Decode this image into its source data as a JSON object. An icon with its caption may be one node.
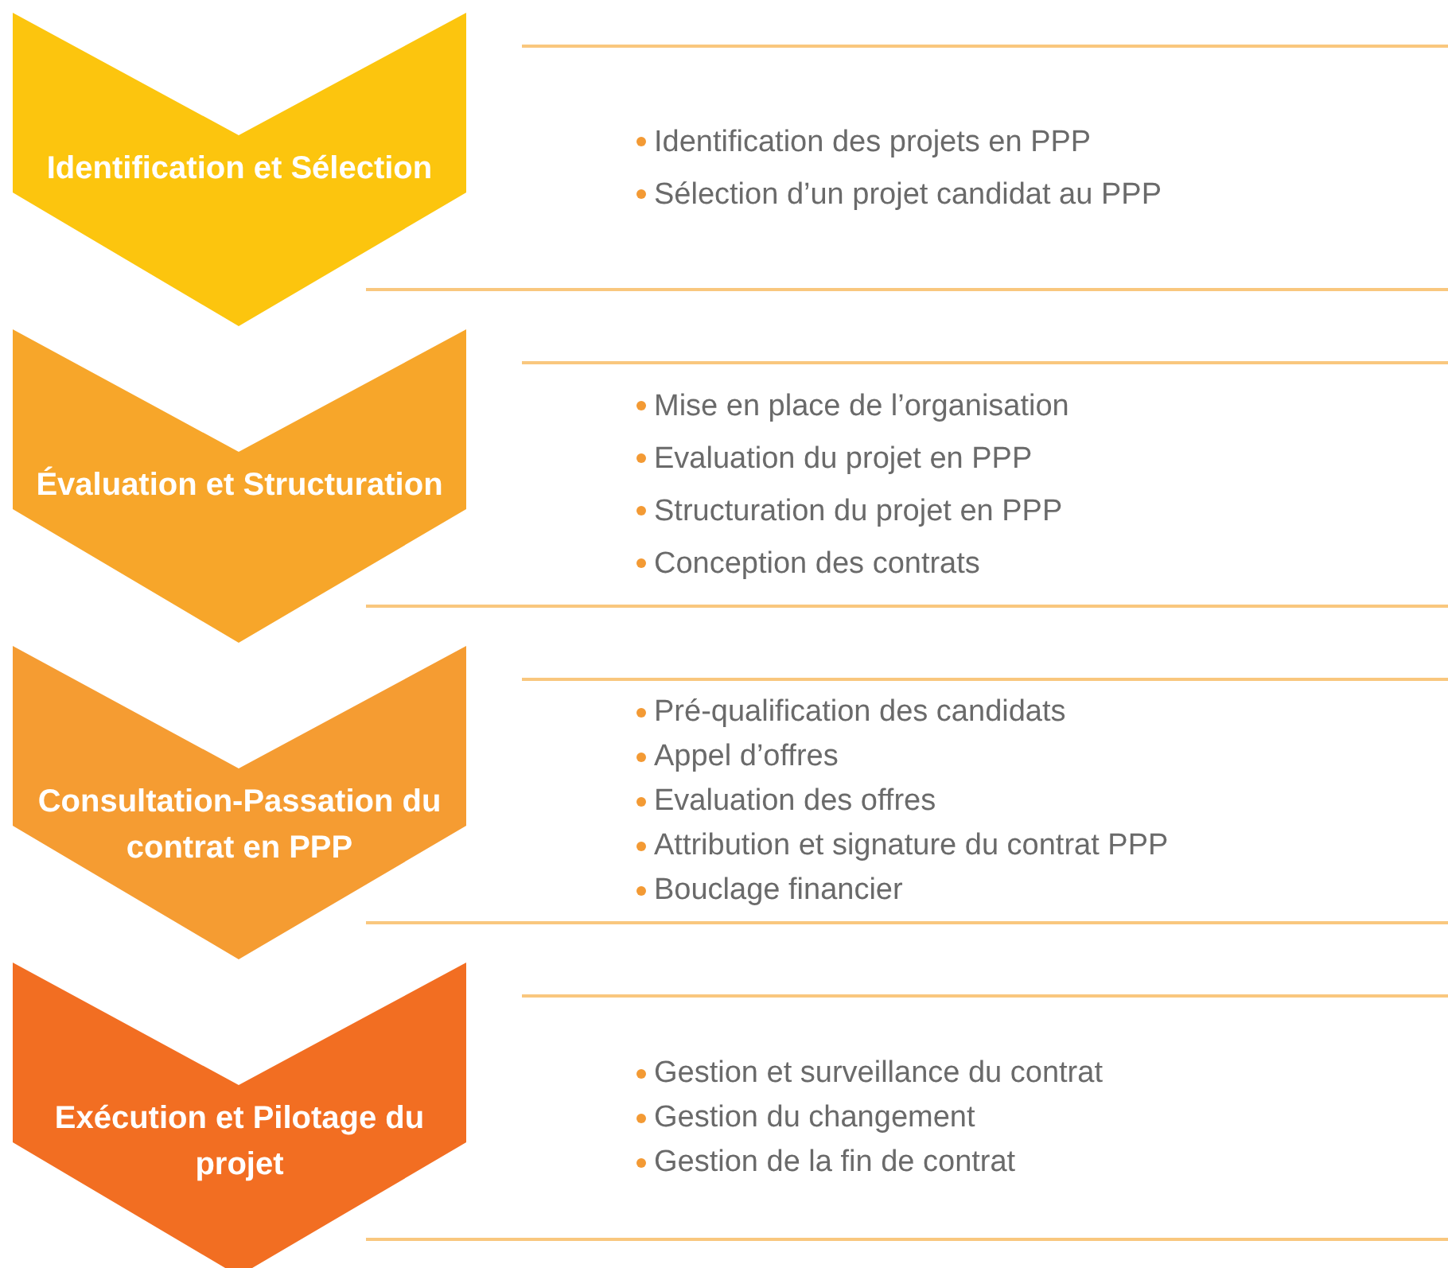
{
  "diagram": {
    "nodes": [
      {
        "text": [
          "Identification et Sélection"
        ],
        "beside": [
          "Identification des projets en PPP",
          "Sélection d’un projet candidat au PPP"
        ]
      },
      {
        "text": [
          "Évaluation et Structuration"
        ],
        "beside": [
          "Mise en place de l’organisation",
          "Evaluation du projet en PPP",
          "Structuration du projet en PPP",
          "Conception des contrats"
        ]
      },
      {
        "text": [
          "Consultation-Passation du contrat en PPP"
        ],
        "beside": [
          "Pré-qualification des candidats",
          "Appel d’offres",
          "Evaluation des offres",
          "Attribution et signature du contrat PPP",
          "Bouclage financier"
        ]
      },
      {
        "text": [
          "Exécution et Pilotage du projet"
        ],
        "beside": [
          "Gestion et surveillance du contrat",
          "Gestion du changement",
          "Gestion de la fin de contrat"
        ]
      }
    ]
  }
}
